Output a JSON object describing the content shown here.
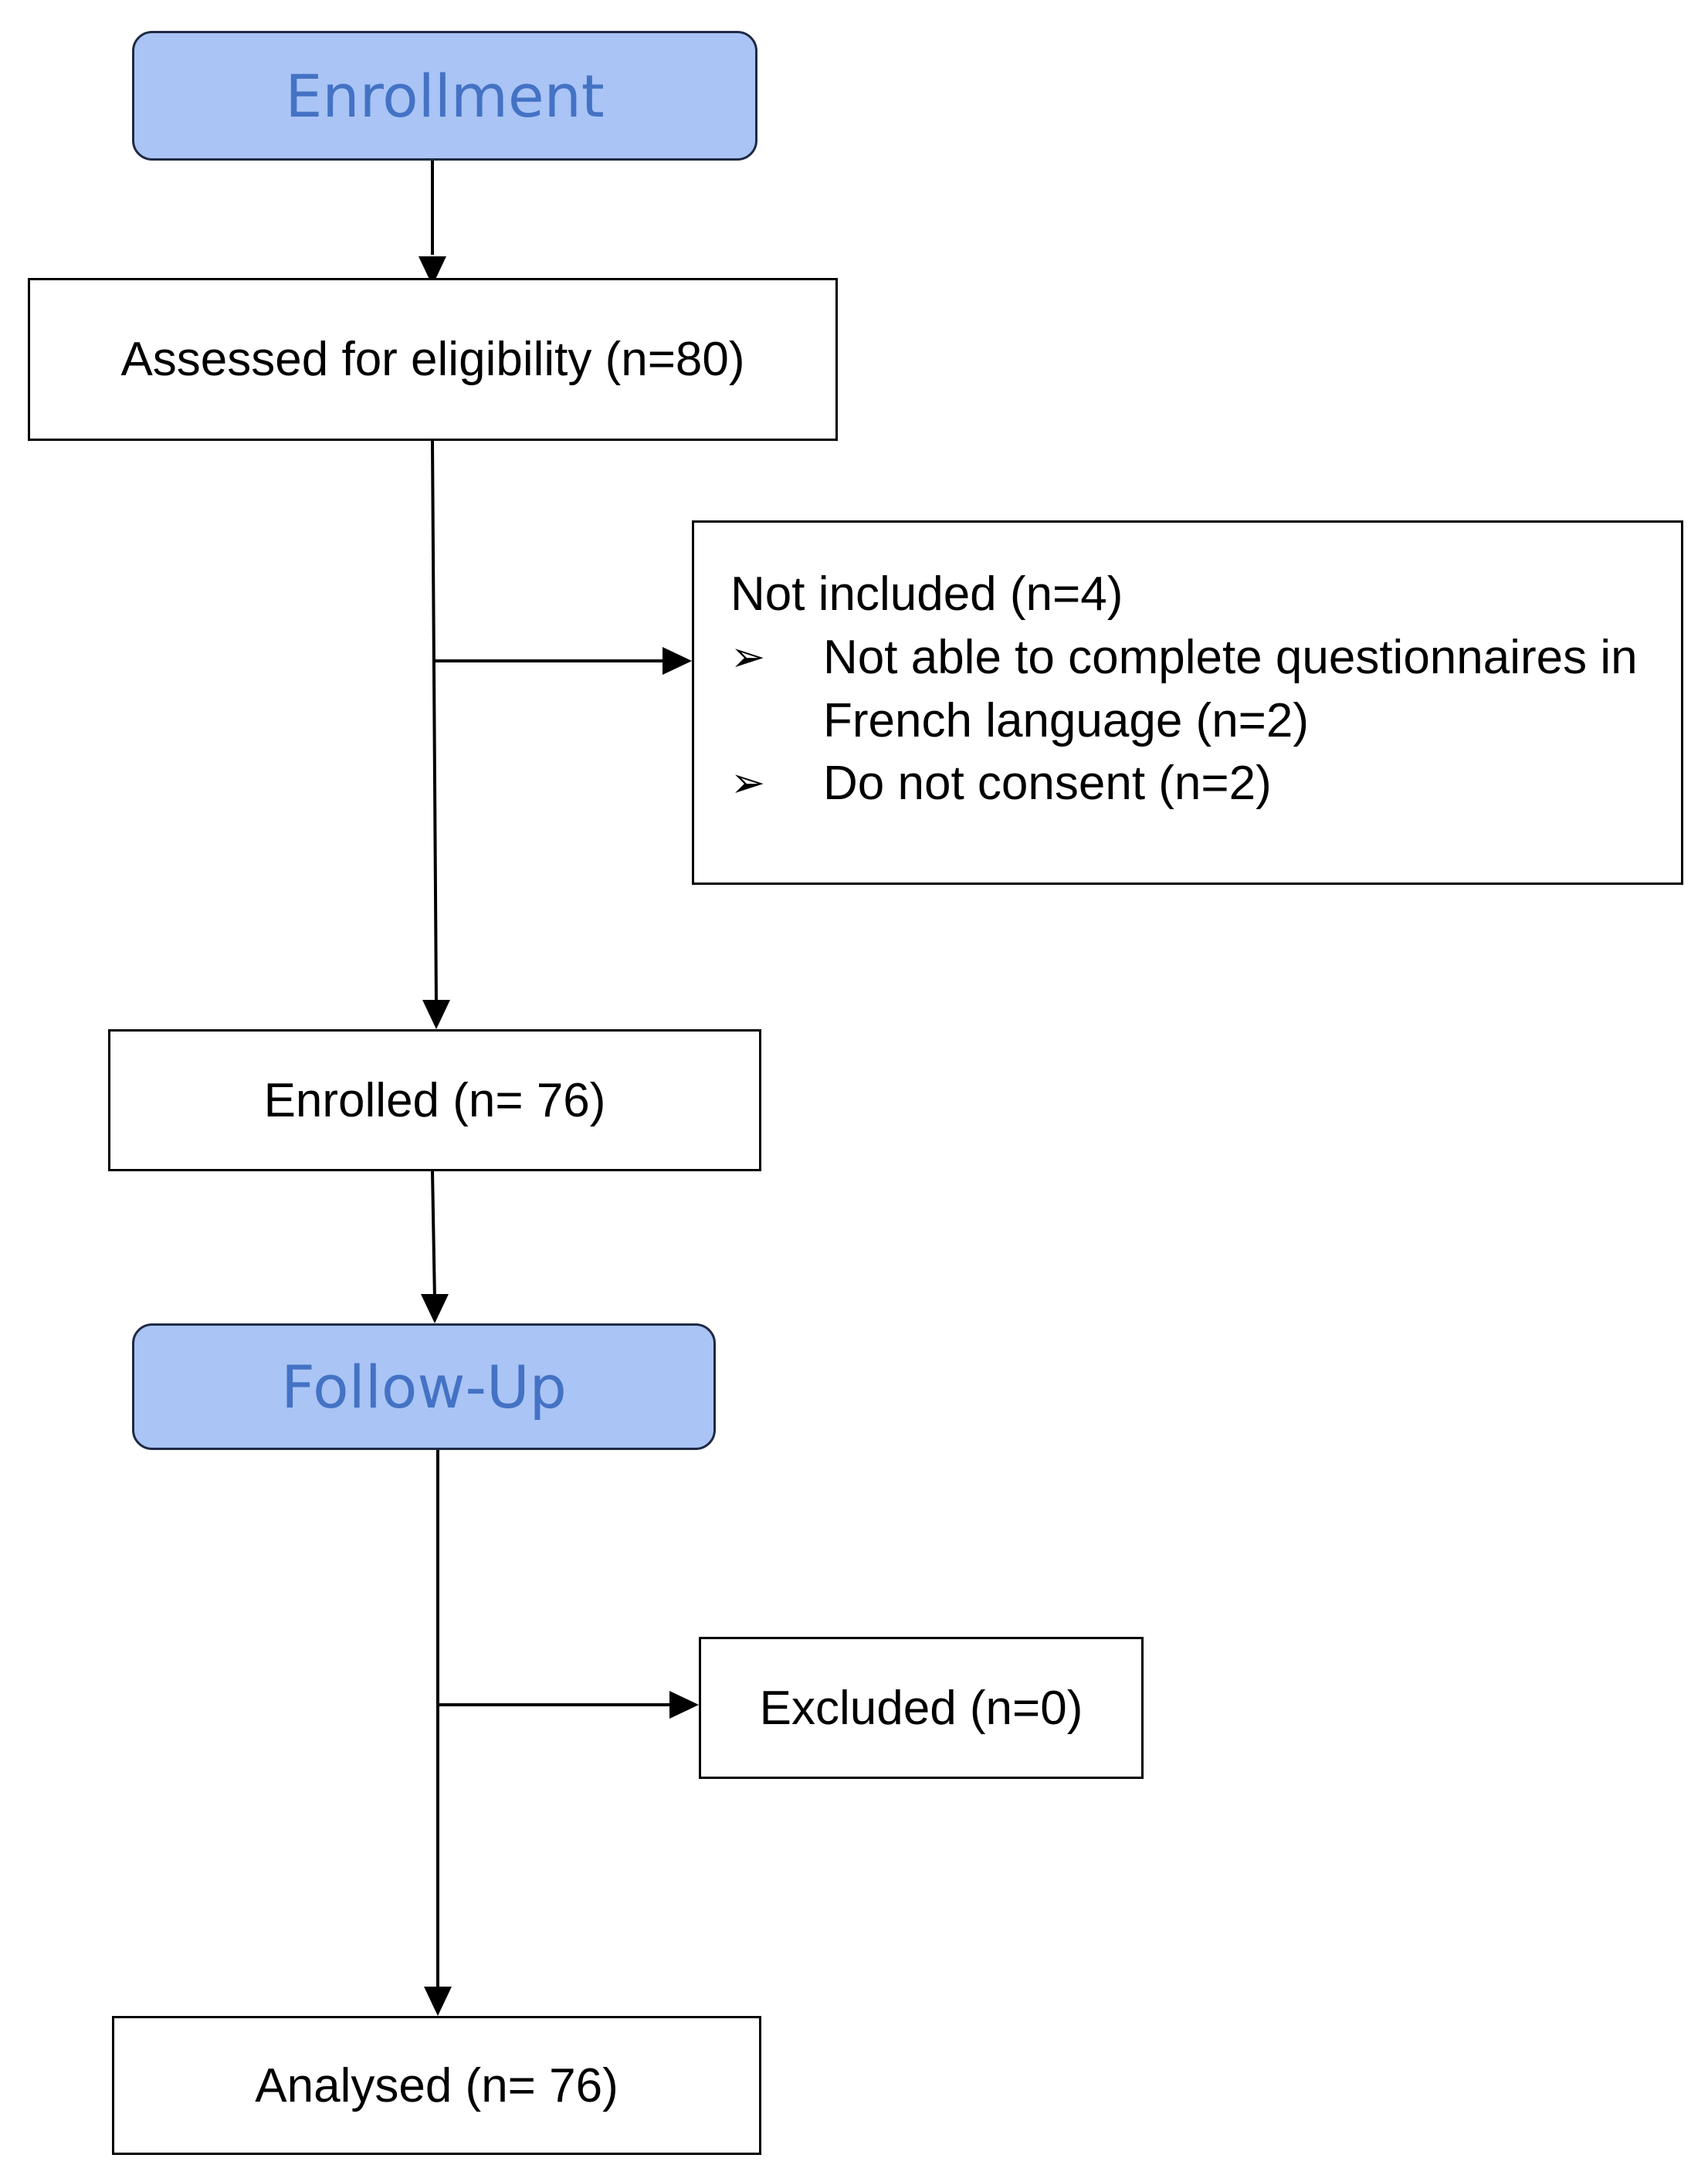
{
  "colors": {
    "stage_fill": "#a9c4f5",
    "stage_text": "#4472c4",
    "line": "#000000"
  },
  "stages": {
    "enrollment": "Enrollment",
    "followup": "Follow-Up"
  },
  "boxes": {
    "assessed": "Assessed for eligibility (n=80)",
    "not_included": {
      "title": "Not included (n=4)",
      "bullet_icon": "arrowhead-bullet-icon",
      "reasons": [
        "Not able to complete questionnaires in French language (n=2)",
        "Do not consent (n=2)"
      ]
    },
    "enrolled": "Enrolled (n= 76)",
    "excluded": "Excluded (n=0)",
    "analysed": "Analysed (n= 76)"
  }
}
